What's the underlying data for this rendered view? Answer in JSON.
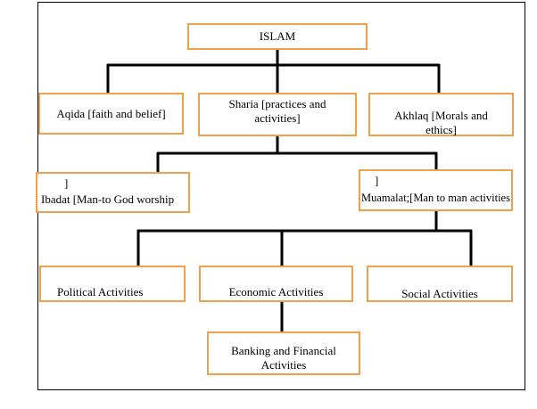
{
  "diagram": {
    "root": "ISLAM",
    "aqida": "Aqida [faith and belief]",
    "sharia_line1": "Sharia [practices and",
    "sharia_line2": "activities]",
    "akhlaq_line1": "Akhlaq  [Morals  and",
    "akhlaq_line2": "ethics]",
    "ibadat_bracket": "]",
    "ibadat": "Ibadat [Man-to God worship",
    "muamalat_bracket": "]",
    "muamalat": "Muamalat;[Man to man activities",
    "political": "Political  Activities",
    "economic": "Economic Activities",
    "social": "Social Activities",
    "banking_line1": "Banking and Financial",
    "banking_line2": "Activities"
  },
  "colors": {
    "box_border": "#f0a04b",
    "connector": "#000000",
    "frame": "#000000"
  }
}
